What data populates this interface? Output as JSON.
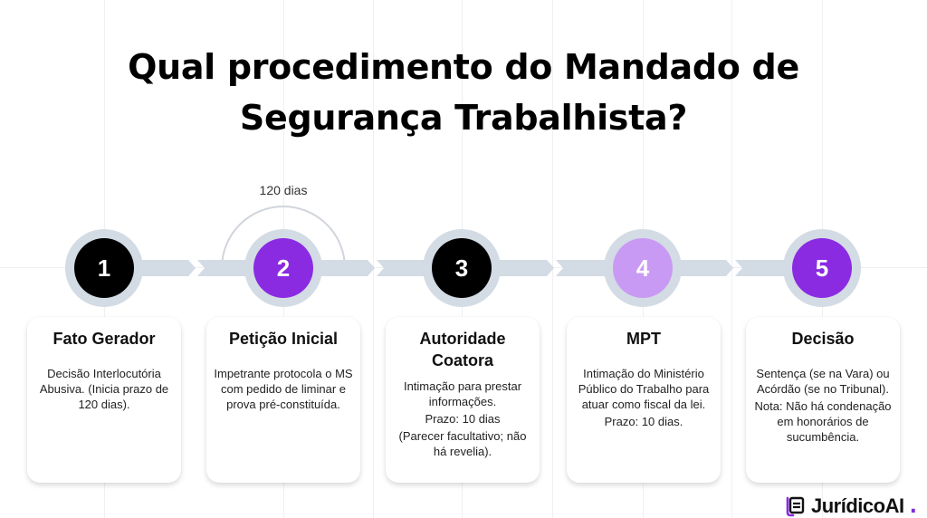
{
  "title": {
    "line1": "Qual procedimento do Mandado de",
    "line2": "Segurança Trabalhista?"
  },
  "colors": {
    "ring": "#d3dbe4",
    "connector": "#d3dbe4",
    "black": "#000000",
    "purple": "#8a2be2",
    "light_purple": "#c99af3",
    "arc": "#d0d5dc"
  },
  "timeline": {
    "arc_label": "120 dias",
    "steps": [
      {
        "number": "1",
        "color": "#000000"
      },
      {
        "number": "2",
        "color": "#8a2be2"
      },
      {
        "number": "3",
        "color": "#000000"
      },
      {
        "number": "4",
        "color": "#c99af3"
      },
      {
        "number": "5",
        "color": "#8a2be2"
      }
    ]
  },
  "cards": [
    {
      "title": "Fato Gerador",
      "body": [
        "Decisão Interlocutória Abusiva. (Inicia prazo de 120 dias)."
      ]
    },
    {
      "title": "Petição Inicial",
      "body": [
        "Impetrante protocola o MS com pedido de liminar e prova pré-constituída."
      ]
    },
    {
      "title": "Autoridade Coatora",
      "body": [
        "Intimação para prestar informações.",
        "Prazo: 10 dias",
        "(Parecer facultativo; não há revelia)."
      ]
    },
    {
      "title": "MPT",
      "body": [
        "Intimação do Ministério Público do Trabalho para atuar como fiscal da lei.",
        "Prazo: 10 dias."
      ]
    },
    {
      "title": "Decisão",
      "body": [
        "Sentença (se na Vara) ou Acórdão (se no Tribunal).",
        "Nota: Não há condenação em honorários de sucumbência."
      ]
    }
  ],
  "logo": {
    "name": "JurídicoAI",
    "suffix": "."
  }
}
